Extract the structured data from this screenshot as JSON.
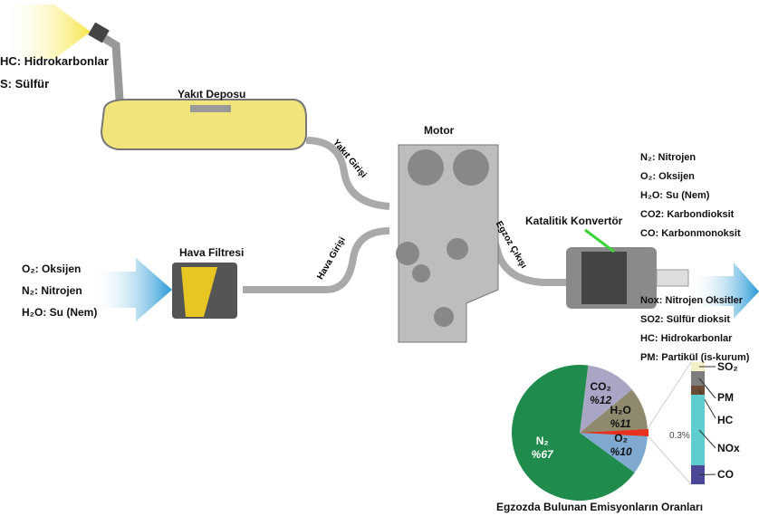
{
  "labels": {
    "fuel_tank": "Yakıt Deposu",
    "engine": "Motor",
    "air_filter": "Hava Filtresi",
    "catalytic": "Katalitik Konvertör",
    "fuel_inlet": "Yakıt Girişi",
    "air_inlet": "Hava Girişi",
    "exhaust_outlet": "Egzoz Çıkışı"
  },
  "fuel_inputs": [
    "HC: Hidrokarbonlar",
    "S: Sülfür"
  ],
  "air_inputs": [
    "O₂: Oksijen",
    "N₂: Nitrojen",
    "H₂O: Su (Nem)"
  ],
  "exhaust_main": [
    "N₂: Nitrojen",
    "O₂: Oksijen",
    "H₂O: Su (Nem)",
    "CO2: Karbondioksit",
    "CO: Karbonmonoksit"
  ],
  "exhaust_minor": [
    "Nox: Nitrojen Oksitler",
    "SO2: Sülfür dioksit",
    "HC: Hidrokarbonlar",
    "PM: Partikül (is-kurum)"
  ],
  "chart_data": {
    "type": "pie",
    "title": "Egzozda Bulunan Emisyonların Oranları",
    "slices": [
      {
        "name": "H₂O",
        "label": "%11",
        "value": 11,
        "color": "#8f8a6e"
      },
      {
        "name": "CO₂",
        "label": "%12",
        "value": 12,
        "color": "#a9a5c4"
      },
      {
        "name": "N₂",
        "label": "%67",
        "value": 67,
        "color": "#1f8c4e"
      },
      {
        "name": "O₂",
        "label": "%10",
        "value": 10,
        "color": "#7fa9cf"
      }
    ],
    "minor_share": "0.3%",
    "minor_breakdown": [
      {
        "name": "SO₂",
        "color": "#f3efc6"
      },
      {
        "name": "PM",
        "color": "#7d7d7d"
      },
      {
        "name": "HC",
        "color": "#6b4a36"
      },
      {
        "name": "NOx",
        "color": "#5ecdcf"
      },
      {
        "name": "CO",
        "color": "#4a4796"
      }
    ]
  }
}
